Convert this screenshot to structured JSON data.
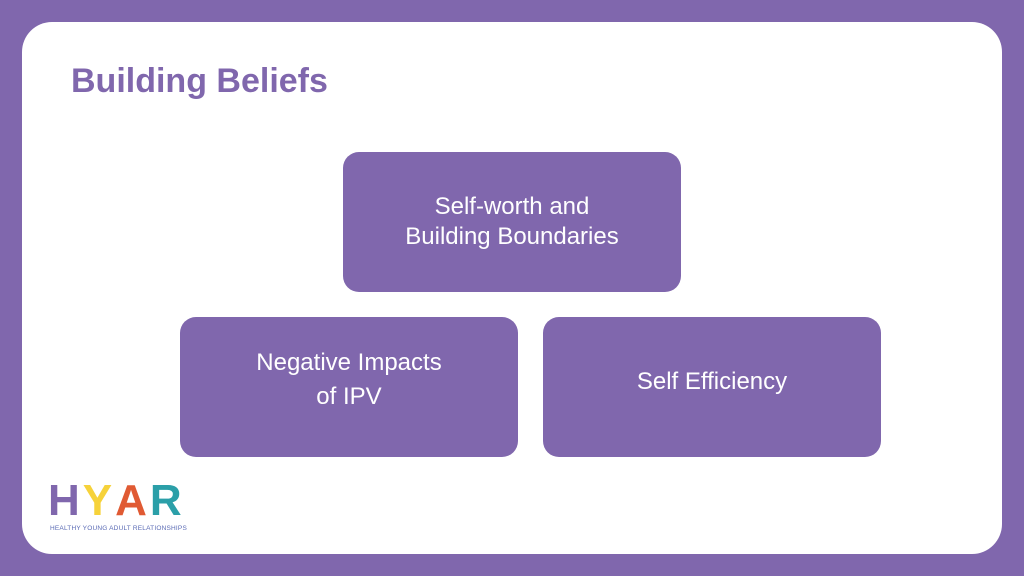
{
  "slide": {
    "title": "Building Beliefs",
    "boxes": {
      "top": "Self-worth and\nBuilding Boundaries",
      "left": "Negative Impacts\nof IPV",
      "right": "Self Efficiency"
    }
  },
  "logo": {
    "letters": [
      "H",
      "Y",
      "A",
      "R"
    ],
    "letter_colors": [
      "#8067ad",
      "#f6d23a",
      "#e05a33",
      "#2b9fa8"
    ],
    "tagline": "HEALTHY YOUNG ADULT RELATIONSHIPS"
  },
  "colors": {
    "background": "#8067ad",
    "card": "#ffffff",
    "box": "#8067ad",
    "box_text": "#ffffff"
  }
}
